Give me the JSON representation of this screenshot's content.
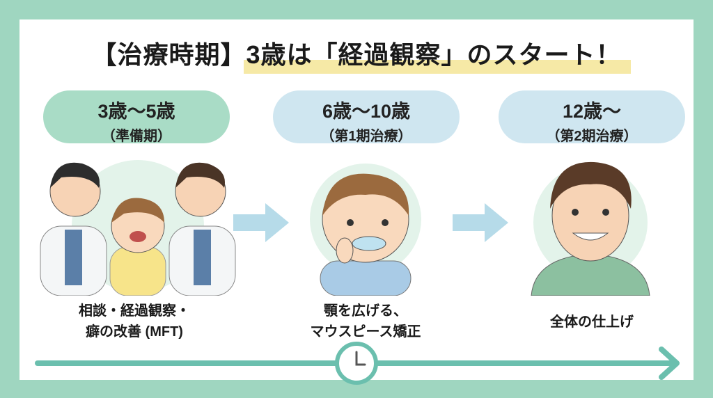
{
  "title": {
    "prefix": "【治療時期】",
    "main": "3歳は「経過観察」のスタート！"
  },
  "stages": [
    {
      "age": "3歳〜5歳",
      "phase": "（準備期）",
      "caption_line1": "相談・経過観察・",
      "caption_line2": "癖の改善 (MFT)",
      "color": "#a9dcc6"
    },
    {
      "age": "6歳〜10歳",
      "phase": "（第1期治療）",
      "caption_line1": "顎を広げる、",
      "caption_line2": "マウスピース矯正",
      "color": "#cfe6f0"
    },
    {
      "age": "12歳〜",
      "phase": "（第2期治療）",
      "caption_line1": "全体の仕上げ",
      "color": "#cfe6f0"
    }
  ],
  "timeline": {
    "color": "#6bbfae",
    "icon": "clock-icon"
  }
}
